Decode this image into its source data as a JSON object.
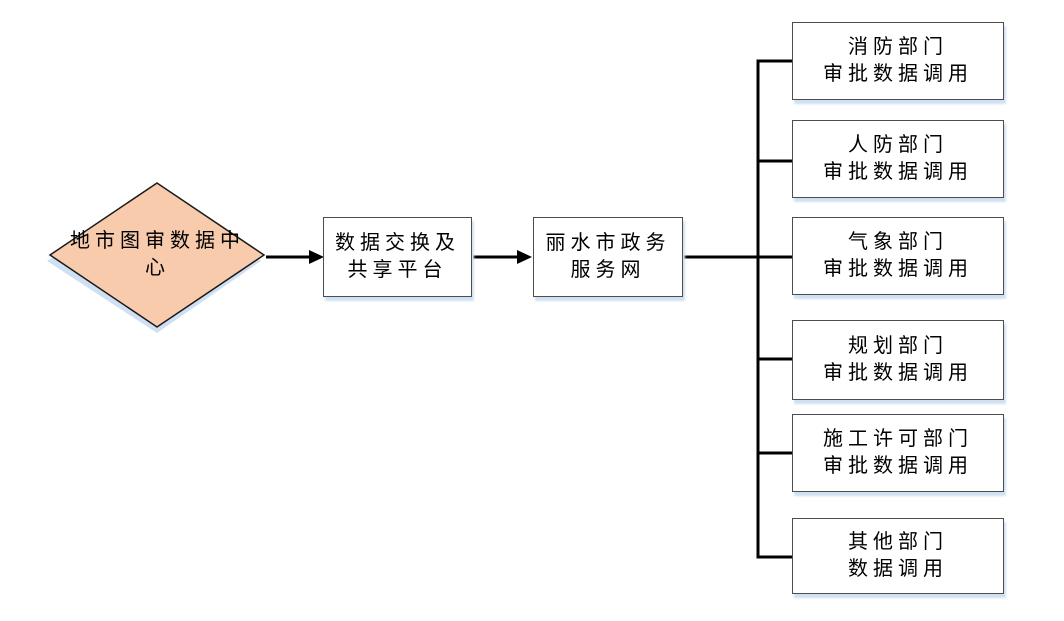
{
  "diagram": {
    "title": "approval-data-flowchart",
    "colors": {
      "background": "#ffffff",
      "connector": "#000000",
      "box_border": "#4d4d4d",
      "box_fill": "#ffffff",
      "diamond_fill": "#F8CBAD",
      "shadow": "#cfe0f2"
    },
    "nodes": {
      "data_center": {
        "shape": "diamond",
        "text": "地市图审数据中心"
      },
      "exchange_platform": {
        "shape": "rect",
        "lines": [
          "数据交换及",
          "共享平台"
        ]
      },
      "service_network": {
        "shape": "rect",
        "lines": [
          "丽水市政务",
          "服务网"
        ]
      },
      "departments": [
        {
          "lines": [
            "消防部门",
            "审批数据调用"
          ]
        },
        {
          "lines": [
            "人防部门",
            "审批数据调用"
          ]
        },
        {
          "lines": [
            "气象部门",
            "审批数据调用"
          ]
        },
        {
          "lines": [
            "规划部门",
            "审批数据调用"
          ]
        },
        {
          "lines": [
            "施工许可部门",
            "审批数据调用"
          ]
        },
        {
          "lines": [
            "其他部门",
            "数据调用"
          ]
        }
      ]
    },
    "edges": [
      {
        "from": "data_center",
        "to": "exchange_platform",
        "arrow": true
      },
      {
        "from": "exchange_platform",
        "to": "service_network",
        "arrow": true
      },
      {
        "from": "service_network",
        "to": "departments",
        "arrow": false
      }
    ]
  }
}
